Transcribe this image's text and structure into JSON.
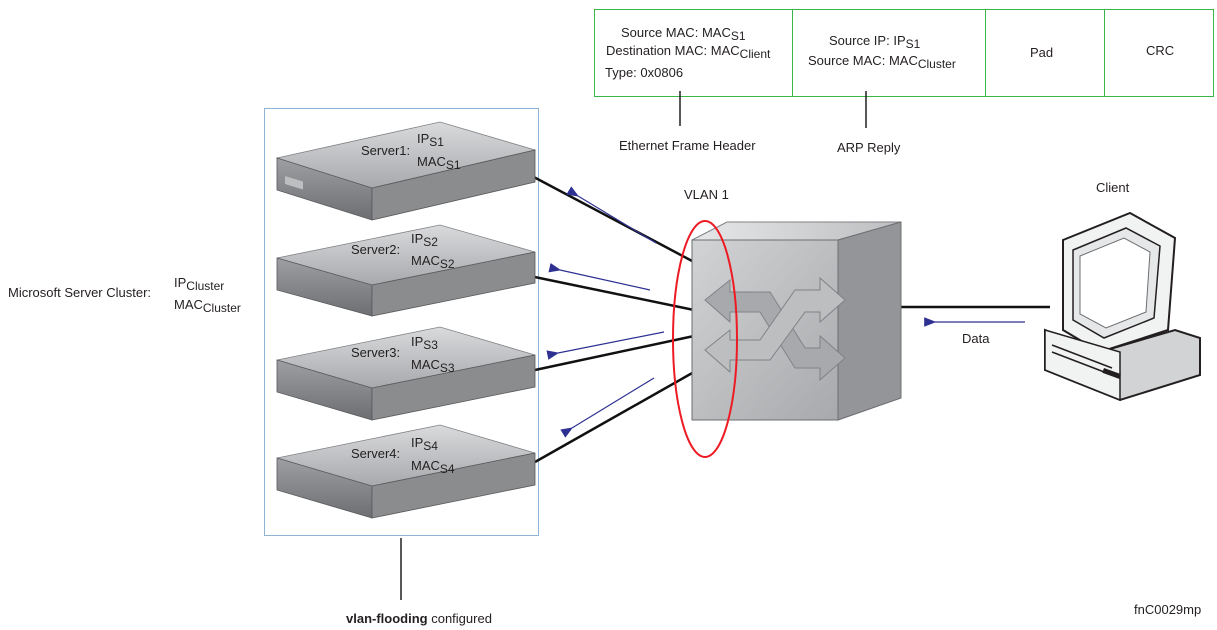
{
  "frame": {
    "cell1": {
      "source_mac_label": "Source MAC:",
      "source_mac_base": "MAC",
      "source_mac_sub": "S1",
      "dest_mac_label": "Destination MAC:",
      "dest_mac_base": "MAC",
      "dest_mac_sub": "Client",
      "type": "Type: 0x0806"
    },
    "cell2": {
      "source_ip_label": "Source IP:",
      "source_ip_base": "IP",
      "source_ip_sub": "S1",
      "source_mac_label": "Source MAC:",
      "source_mac_base": "MAC",
      "source_mac_sub": "Cluster"
    },
    "cell3": "Pad",
    "cell4": "CRC",
    "header_caption": "Ethernet Frame Header",
    "arp_caption": "ARP Reply"
  },
  "vlan_label": "VLAN 1",
  "client_label": "Client",
  "data_label": "Data",
  "cluster": {
    "label": "Microsoft Server Cluster:",
    "ip_base": "IP",
    "ip_sub": "Cluster",
    "mac_base": "MAC",
    "mac_sub": "Cluster"
  },
  "servers": [
    {
      "name": "Server1:",
      "ip_base": "IP",
      "ip_sub": "S1",
      "mac_base": "MAC",
      "mac_sub": "S1"
    },
    {
      "name": "Server2:",
      "ip_base": "IP",
      "ip_sub": "S2",
      "mac_base": "MAC",
      "mac_sub": "S2"
    },
    {
      "name": "Server3:",
      "ip_base": "IP",
      "ip_sub": "S3",
      "mac_base": "MAC",
      "mac_sub": "S3"
    },
    {
      "name": "Server4:",
      "ip_base": "IP",
      "ip_sub": "S4",
      "mac_base": "MAC",
      "mac_sub": "S4"
    }
  ],
  "footer": {
    "bold": "vlan-flooding",
    "rest": " configured"
  },
  "figure_id": "fnC0029mp",
  "colors": {
    "frame_border": "#3ab54a",
    "arrow": "#2e3192",
    "vlan_ellipse": "#ed1c24",
    "cluster_border": "#8fb4d6"
  }
}
